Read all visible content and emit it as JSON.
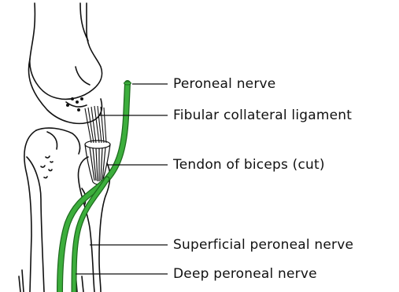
{
  "colors": {
    "line": "#111111",
    "nerve": "#3cae3c",
    "nerve_outline": "#1e6a1e",
    "background": "#ffffff"
  },
  "labels": {
    "peroneal_nerve": "Peroneal nerve",
    "fibular_collateral_ligament": "Fibular collateral ligament",
    "tendon_of_biceps": "Tendon of biceps (cut)",
    "superficial_peroneal_nerve": "Superficial peroneal nerve",
    "deep_peroneal_nerve": "Deep peroneal nerve"
  }
}
